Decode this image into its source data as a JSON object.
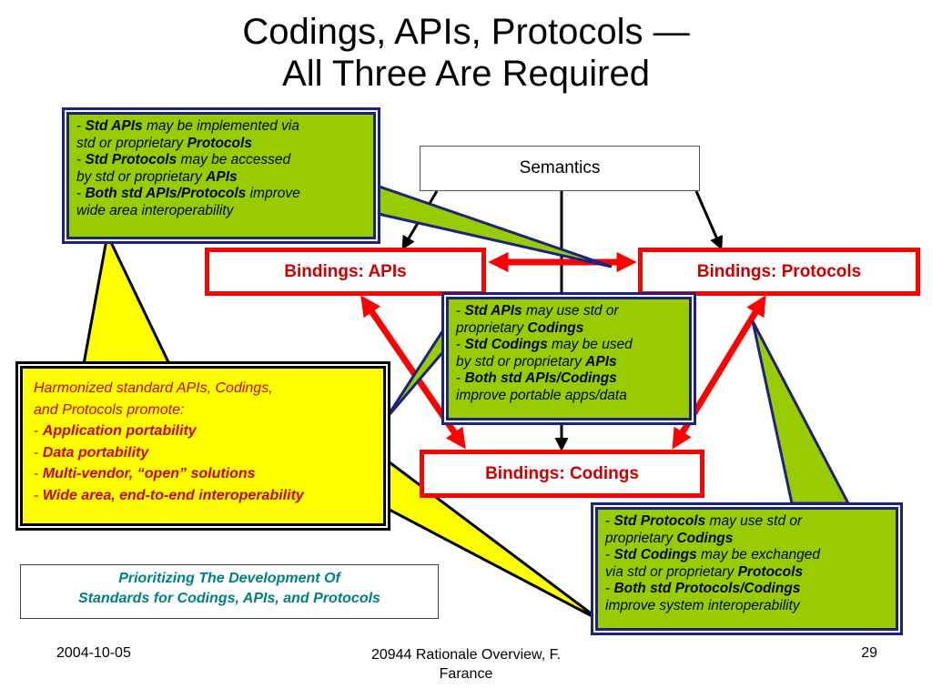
{
  "title": {
    "line1": "Codings, APIs, Protocols —",
    "line2": "All Three Are Required"
  },
  "nodes": {
    "semantics": "Semantics",
    "bindings_apis": "Bindings: APIs",
    "bindings_protocols": "Bindings: Protocols",
    "bindings_codings": "Bindings: Codings"
  },
  "callout_top_left": [
    [
      {
        "t": "- ",
        "s": "n"
      },
      {
        "t": "Std APIs",
        "s": "b"
      },
      {
        "t": " may be implemented via",
        "s": "i"
      }
    ],
    [
      {
        "t": "std or proprietary ",
        "s": "i"
      },
      {
        "t": "Protocols",
        "s": "b"
      }
    ],
    [
      {
        "t": "- ",
        "s": "n"
      },
      {
        "t": "Std Protocols",
        "s": "b"
      },
      {
        "t": " may be accessed",
        "s": "i"
      }
    ],
    [
      {
        "t": "by std or proprietary ",
        "s": "i"
      },
      {
        "t": "APIs",
        "s": "b"
      }
    ],
    [
      {
        "t": "- ",
        "s": "n"
      },
      {
        "t": "Both std APIs/Protocols",
        "s": "b"
      },
      {
        "t": " improve",
        "s": "i"
      }
    ],
    [
      {
        "t": "wide area interoperability",
        "s": "i"
      }
    ]
  ],
  "callout_center": [
    [
      {
        "t": "- ",
        "s": "n"
      },
      {
        "t": "Std APIs",
        "s": "b"
      },
      {
        "t": " may use std or",
        "s": "i"
      }
    ],
    [
      {
        "t": "proprietary ",
        "s": "i"
      },
      {
        "t": "Codings",
        "s": "b"
      }
    ],
    [
      {
        "t": "- ",
        "s": "n"
      },
      {
        "t": "Std Codings",
        "s": "b"
      },
      {
        "t": " may be used",
        "s": "i"
      }
    ],
    [
      {
        "t": "by std or proprietary ",
        "s": "i"
      },
      {
        "t": "APIs",
        "s": "b"
      }
    ],
    [
      {
        "t": "- ",
        "s": "n"
      },
      {
        "t": "Both std APIs/Codings",
        "s": "b"
      }
    ],
    [
      {
        "t": "improve portable apps/data",
        "s": "i"
      }
    ]
  ],
  "callout_bottom_right": [
    [
      {
        "t": "- ",
        "s": "n"
      },
      {
        "t": "Std Protocols",
        "s": "b"
      },
      {
        "t": " may use std or",
        "s": "i"
      }
    ],
    [
      {
        "t": "proprietary ",
        "s": "i"
      },
      {
        "t": "Codings",
        "s": "b"
      }
    ],
    [
      {
        "t": "- ",
        "s": "n"
      },
      {
        "t": "Std Codings",
        "s": "b"
      },
      {
        "t": " may be exchanged",
        "s": "i"
      }
    ],
    [
      {
        "t": "via std or proprietary ",
        "s": "i"
      },
      {
        "t": "Protocols",
        "s": "b"
      }
    ],
    [
      {
        "t": "- ",
        "s": "n"
      },
      {
        "t": "Both std Protocols/Codings",
        "s": "b"
      }
    ],
    [
      {
        "t": "improve system interoperability",
        "s": "i"
      }
    ]
  ],
  "callout_harmonized": [
    [
      {
        "t": "Harmonized standard APIs, Codings,",
        "s": "i"
      }
    ],
    [
      {
        "t": "and Protocols promote:",
        "s": "i"
      }
    ],
    [
      {
        "t": "- ",
        "s": "n"
      },
      {
        "t": "Application portability",
        "s": "b"
      }
    ],
    [
      {
        "t": "- ",
        "s": "n"
      },
      {
        "t": "Data portability",
        "s": "b"
      }
    ],
    [
      {
        "t": "- ",
        "s": "n"
      },
      {
        "t": "Multi-vendor, “open” solutions",
        "s": "b"
      }
    ],
    [
      {
        "t": "- ",
        "s": "n"
      },
      {
        "t": "Wide area, end-to-end interoperability",
        "s": "b"
      }
    ]
  ],
  "prioritizing": {
    "line1": "Prioritizing The Development Of",
    "line2": "Standards for Codings, APIs, and Protocols"
  },
  "footer": {
    "date": "2004-10-05",
    "center_line1": "20944 Rationale Overview, F.",
    "center_line2": "Farance",
    "page": "29"
  },
  "colors": {
    "red": "#ff0000",
    "green": "#99cc00",
    "navy": "#1a237e",
    "yellow": "#ffff00",
    "teal": "#008080"
  }
}
